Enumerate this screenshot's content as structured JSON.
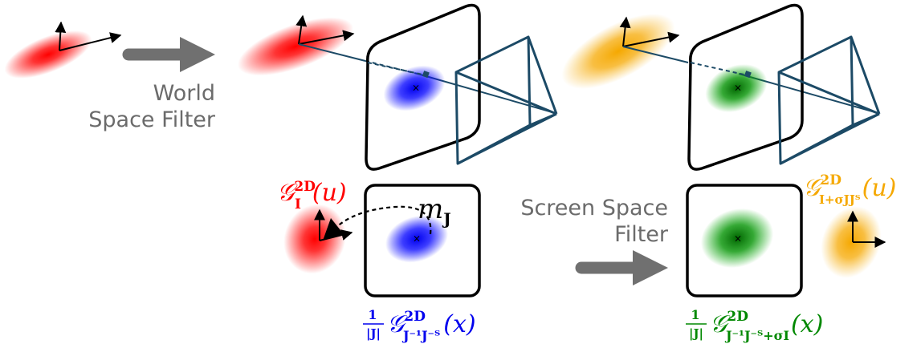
{
  "labels": {
    "world_filter_line1": "World",
    "world_filter_line2": "Space Filter",
    "screen_filter_line1": "Screen Space",
    "screen_filter_line2": "Filter"
  },
  "math": {
    "g_I_base": "𝒢",
    "g_I_sup": "2D",
    "g_I_sub": "I",
    "g_I_arg": "(u)",
    "m_J_base": "m",
    "m_J_sub": "J",
    "blue_frac_num": "1",
    "blue_frac_den": "|J|",
    "blue_base": "𝒢",
    "blue_sup": "2D",
    "blue_sub": "J⁻¹J⁻ᵀ",
    "blue_arg": "(x)",
    "green_frac_num": "1",
    "green_frac_den": "|J|",
    "green_base": "𝒢",
    "green_sup": "2D",
    "green_sub": "J⁻¹J⁻ᵀ+σI",
    "green_arg": "(x)",
    "orange_base": "𝒢",
    "orange_sup": "2D",
    "orange_sub": "I+σJJᵀ",
    "orange_arg": "(u)",
    "cross": "×"
  },
  "colors": {
    "red": "#ff0000",
    "blue": "#0000ee",
    "green": "#008800",
    "orange": "#f5a800",
    "gray_arrow": "#707070",
    "label_gray": "#6b6b6b",
    "camera": "#1c4a66",
    "black": "#000000"
  }
}
